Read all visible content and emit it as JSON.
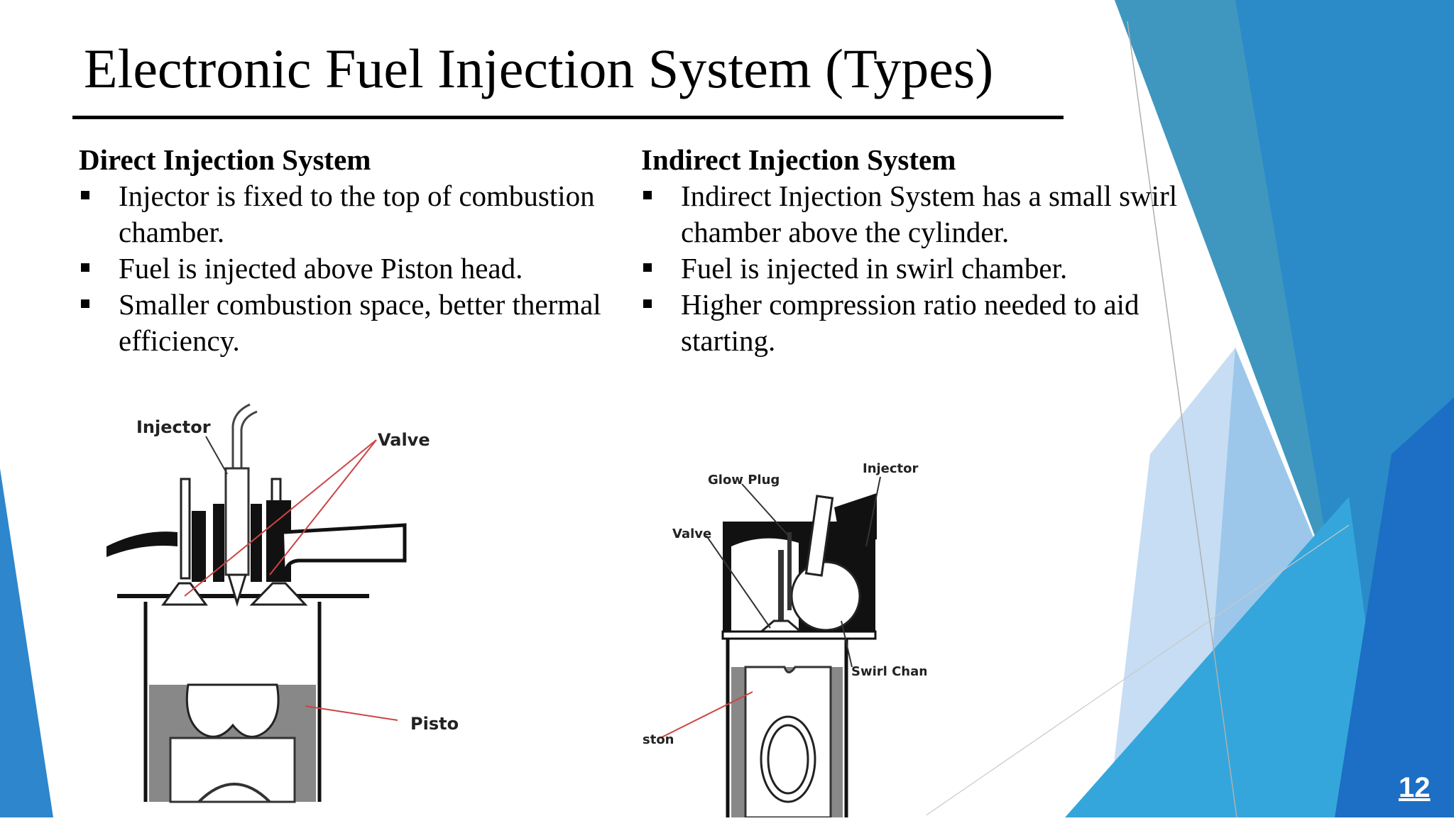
{
  "slide": {
    "title": "Electronic Fuel Injection System (Types)",
    "page_number": "12"
  },
  "left_column": {
    "heading": "Direct Injection System",
    "bullets": [
      "Injector is fixed to the top of combustion chamber.",
      "Fuel is injected above Piston head.",
      "Smaller combustion space, better thermal efficiency."
    ]
  },
  "right_column": {
    "heading": "Indirect Injection System",
    "bullets": [
      " Indirect Injection System has a small swirl chamber above the cylinder.",
      "Fuel is injected in swirl chamber.",
      "Higher compression ratio needed to aid starting."
    ]
  },
  "direct_diagram": {
    "labels": {
      "injector": "Injector",
      "valve": "Valve",
      "piston": "Pisto"
    }
  },
  "indirect_diagram": {
    "labels": {
      "glow_plug": "Glow Plug",
      "injector": "Injector",
      "valve": "Valve",
      "swirl_chamber": "Swirl Chambe",
      "piston": "ston"
    }
  }
}
